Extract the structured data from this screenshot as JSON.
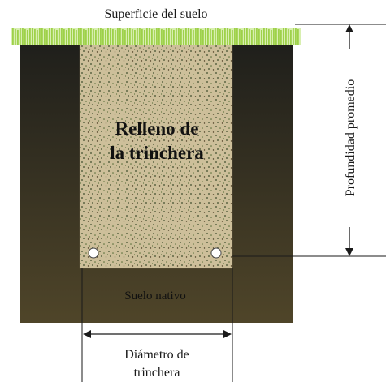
{
  "labels": {
    "surface": "Superficie del suelo",
    "backfill_line1": "Relleno de",
    "backfill_line2": "la trinchera",
    "native_soil": "Suelo nativo",
    "average_depth": "Profundidad promedio",
    "trench_diameter_line1": "Diámetro de",
    "trench_diameter_line2": "trinchera"
  },
  "colors": {
    "grass": "#9ed14a",
    "soil_top": "#1f1f1b",
    "soil_bottom": "#4f4529",
    "backfill": "#cdbf9a",
    "backfill_speckle": "#3c4a2a",
    "line": "#1a1a1a"
  },
  "icons": {
    "pipe": "white-circle"
  }
}
